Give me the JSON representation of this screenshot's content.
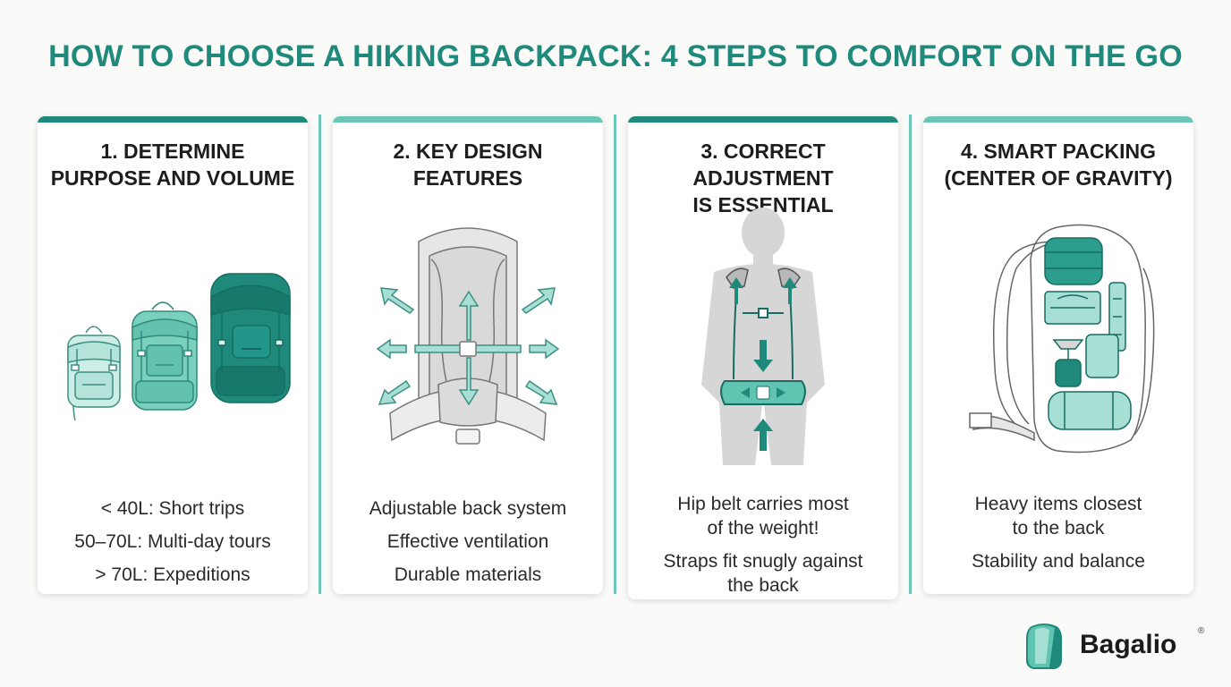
{
  "title": "HOW TO CHOOSE A HIKING BACKPACK: 4 STEPS TO COMFORT ON THE GO",
  "colors": {
    "accent": "#1f8a7c",
    "light_teal": "#a8dfd4",
    "mid_teal": "#5fc4b0",
    "dark_teal": "#1f8a7c",
    "divider": "#6cc6b8"
  },
  "cards": [
    {
      "heading": [
        "1. DETERMINE",
        "PURPOSE AND VOLUME"
      ],
      "lines": [
        "< 40L: Short trips",
        "50–70L: Multi-day tours",
        "> 70L: Expeditions"
      ]
    },
    {
      "heading": [
        "2. KEY DESIGN",
        "FEATURES"
      ],
      "lines": [
        "Adjustable back system",
        "Effective ventilation",
        "Durable materials"
      ]
    },
    {
      "heading": [
        "3. CORRECT ADJUSTMENT",
        "IS ESSENTIAL"
      ],
      "lines": [
        "Hip belt carries most",
        "of the weight!",
        "Straps fit snugly against",
        "the back"
      ]
    },
    {
      "heading": [
        "4. SMART PACKING",
        "(CENTER OF GRAVITY)"
      ],
      "lines": [
        "Heavy items closest",
        "to the back",
        "Stability and balance"
      ]
    }
  ],
  "brand": {
    "name": "Bagalio",
    "registered": "®"
  }
}
